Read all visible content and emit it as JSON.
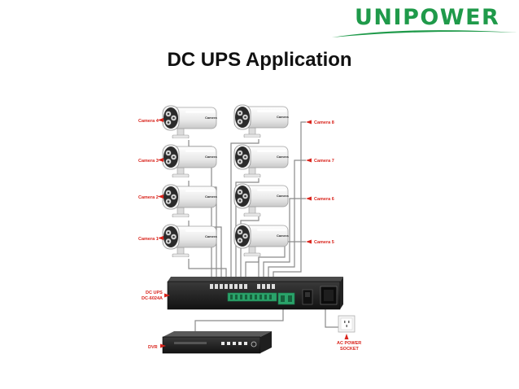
{
  "brand": {
    "name": "UNIPOWER",
    "color": "#1f9a4a"
  },
  "title": "DC UPS Application",
  "cameras": {
    "left": [
      "Camera 4",
      "Camera 3",
      "Camera 2",
      "Camera 1"
    ],
    "right": [
      "Camera 8",
      "Camera 7",
      "Camera 6",
      "Camera 5"
    ],
    "body_text": "Camera"
  },
  "ups": {
    "label_line1": "DC UPS",
    "label_line2": "DC-6024A"
  },
  "dvr": {
    "label": "DVR"
  },
  "socket": {
    "label_line1": "AC POWER",
    "label_line2": "SOCKET"
  },
  "colors": {
    "label_red": "#d9241c",
    "terminal_green": "#2aa36a",
    "wire": "#8a8a8a"
  }
}
